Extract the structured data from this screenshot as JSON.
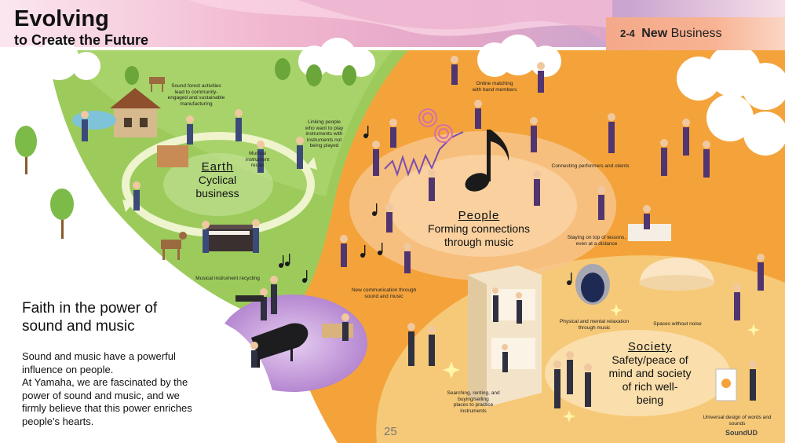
{
  "header": {
    "title": "Evolving",
    "subtitle": "to Create the Future",
    "section_number": "2-4",
    "section_name_bold": "New",
    "section_name_rest": "Business"
  },
  "zones": {
    "earth": {
      "title": "Earth",
      "desc_line1": "Cyclical",
      "desc_line2": "business"
    },
    "people": {
      "title": "People",
      "desc_line1": "Forming connections",
      "desc_line2": "through music"
    },
    "society": {
      "title": "Society",
      "desc_line1": "Safety/peace of",
      "desc_line2": "mind and society",
      "desc_line3": "of rich well-",
      "desc_line4": "being"
    }
  },
  "captions": {
    "sound_forest": [
      "Sound forest activities",
      "lead to community-",
      "engaged and sustainable",
      "manufacturing"
    ],
    "linking_people": [
      "Linking people",
      "who want to play",
      "instruments with",
      "instruments not",
      "being played"
    ],
    "reuse": [
      "Musical",
      "instrument",
      "reuse"
    ],
    "recycling": [
      "Musical instrument recycling"
    ],
    "online_matching": [
      "Online matching",
      "with band members"
    ],
    "connecting": [
      "Connecting performers and clients"
    ],
    "lessons": [
      "Staying on top of lessons,",
      "even at a distance"
    ],
    "new_communication": [
      "New communication through",
      "sound and music"
    ],
    "relaxation": [
      "Physical and mental relaxation",
      "through music"
    ],
    "spaces": [
      "Spaces without noise"
    ],
    "searching": [
      "Searching, renting, and",
      "buying/selling",
      "places to practice",
      "instruments"
    ],
    "universal": [
      "Universal design of words and",
      "sounds"
    ]
  },
  "logo_text": "SoundUD",
  "intro": {
    "heading_line1": "Faith in the power of",
    "heading_line2": "sound and music",
    "body_line1": "Sound and music have a powerful",
    "body_line2": "influence on people.",
    "body_line3": "At Yamaha, we are fascinated by the",
    "body_line4": "power of sound and music, and we",
    "body_line5": "firmly believe that this power enriches",
    "body_line6": "people's hearts."
  },
  "page_number": "25",
  "colors": {
    "earth_green": "#9ccb5c",
    "people_orange": "#f4a33b",
    "society_yellow": "#f6c978",
    "section_tag": "#f4a98a",
    "stage_purple": "#b98bd3"
  },
  "icons": [
    "music-note-icon",
    "tree-icon",
    "piano-icon",
    "person-icon",
    "cloud-icon",
    "sparkle-icon",
    "recycle-arrow-icon"
  ]
}
